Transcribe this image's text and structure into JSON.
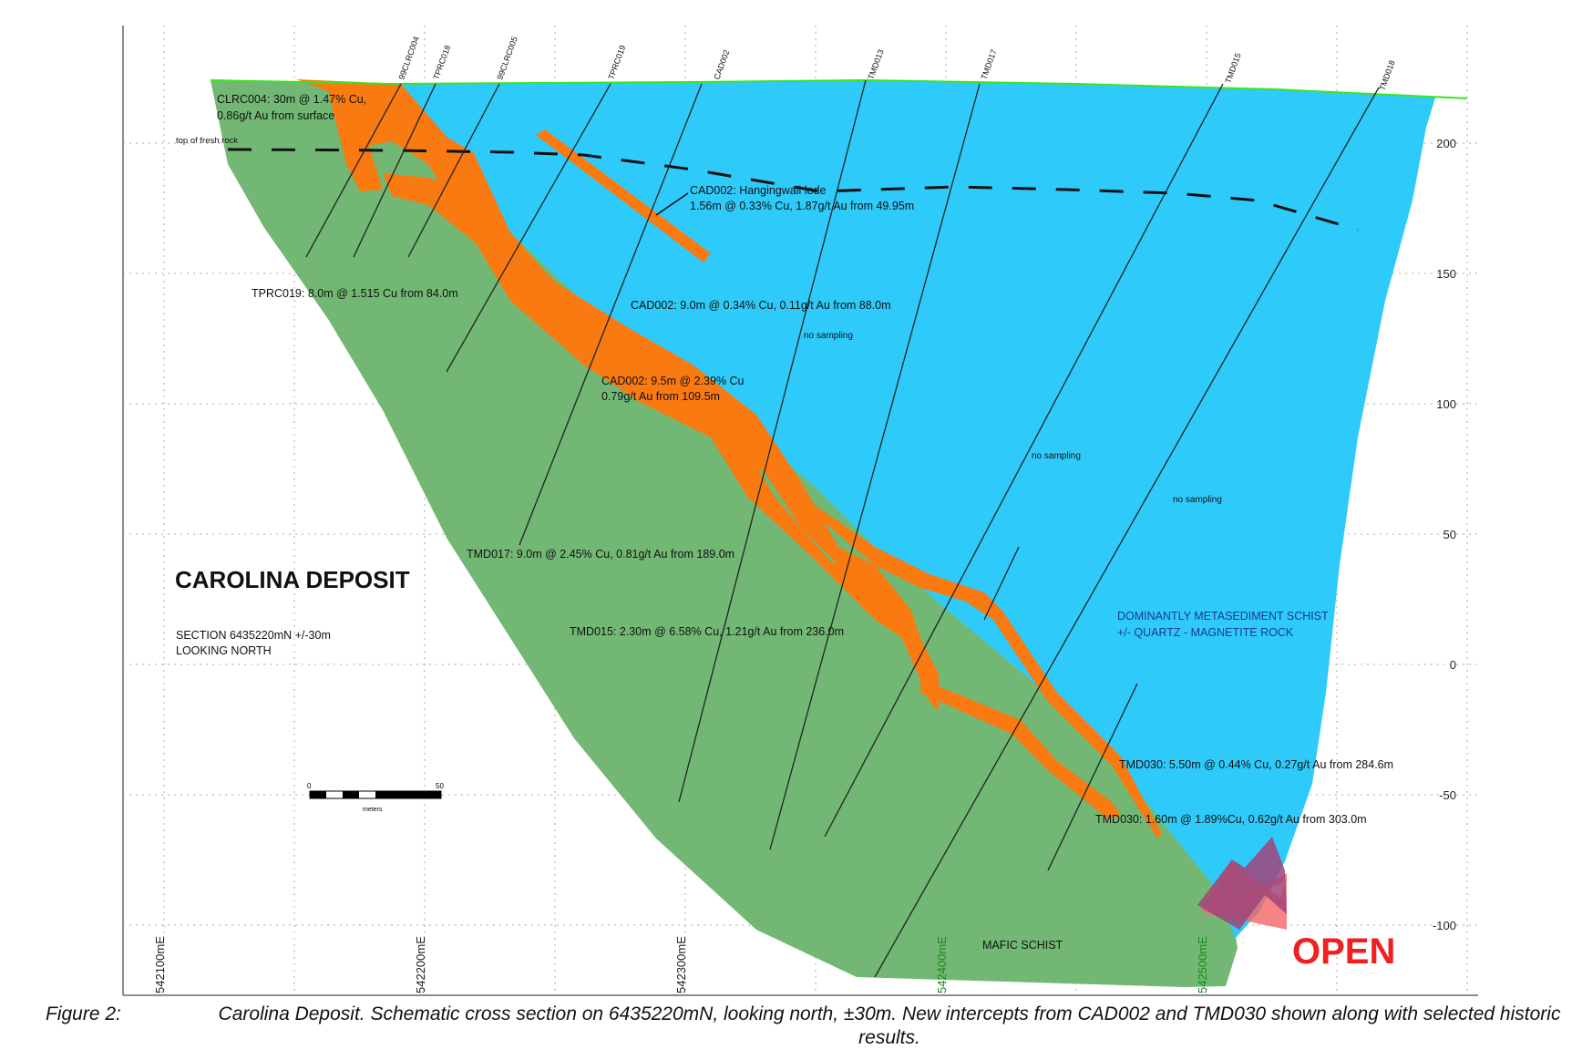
{
  "title": "CAROLINA DEPOSIT",
  "section_lines": [
    "SECTION 6435220mN +/-30m",
    "LOOKING NORTH"
  ],
  "colors": {
    "mafic_schist": "#72b874",
    "metasediment": "#2ecbfa",
    "lode": "#f97a10",
    "surface": "#39e51f",
    "open_arrow": "#a0457a",
    "open_text": "#f02020",
    "green_label": "#1a8a1a"
  },
  "axis": {
    "elevation_ticks": [
      "200",
      "150",
      "100",
      "50",
      "0",
      "-50",
      "-100"
    ],
    "easting_ticks": [
      {
        "label": "542100mE",
        "highlight": false
      },
      {
        "label": "542200mE",
        "highlight": false
      },
      {
        "label": "542300mE",
        "highlight": false
      },
      {
        "label": "542400mE",
        "highlight": true
      },
      {
        "label": "542500mE",
        "highlight": true
      }
    ]
  },
  "drillholes": [
    "99CLRC004",
    "TPRC018",
    "99CLRC005",
    "TPRC019",
    "CAD002",
    "TMD013",
    "TMD017",
    "TMD015",
    "TMD018"
  ],
  "labels": {
    "top_fresh_rock": "top of fresh rock",
    "no_sampling_1": "no sampling",
    "no_sampling_2": "no sampling",
    "no_sampling_3": "no sampling",
    "metasediment": [
      "DOMINANTLY METASEDIMENT SCHIST",
      "+/- QUARTZ - MAGNETITE ROCK"
    ],
    "mafic": "MAFIC SCHIST",
    "open": "OPEN"
  },
  "intercepts": {
    "clrc004": [
      "CLRC004: 30m @ 1.47% Cu,",
      "0.86g/t Au from surface"
    ],
    "cad002_hw": [
      "CAD002: Hangingwall lode",
      "1.56m @ 0.33% Cu, 1.87g/t Au from 49.95m"
    ],
    "tprc019": "TPRC019: 8.0m @ 1.515 Cu from 84.0m",
    "cad002_a": "CAD002: 9.0m @ 0.34% Cu, 0.11g/t Au from 88.0m",
    "cad002_b": [
      "CAD002: 9.5m @ 2.39% Cu",
      "0.79g/t Au from 109.5m"
    ],
    "tmd017": "TMD017: 9.0m @ 2.45% Cu, 0.81g/t Au from 189.0m",
    "tmd015": "TMD015:  2.30m @ 6.58% Cu, 1.21g/t Au from 236.0m",
    "tmd030_a": "TMD030: 5.50m @  0.44% Cu, 0.27g/t Au from 284.6m",
    "tmd030_b": "TMD030: 1.60m @ 1.89%Cu, 0.62g/t Au from 303.0m"
  },
  "scale_bar": {
    "start": "0",
    "end": "50",
    "unit": "meters"
  },
  "caption": {
    "label": "Figure 2:",
    "text": "Carolina Deposit. Schematic cross section on 6435220mN, looking north, ±30m.  New intercepts from CAD002 and TMD030 shown along with selected historic results."
  }
}
